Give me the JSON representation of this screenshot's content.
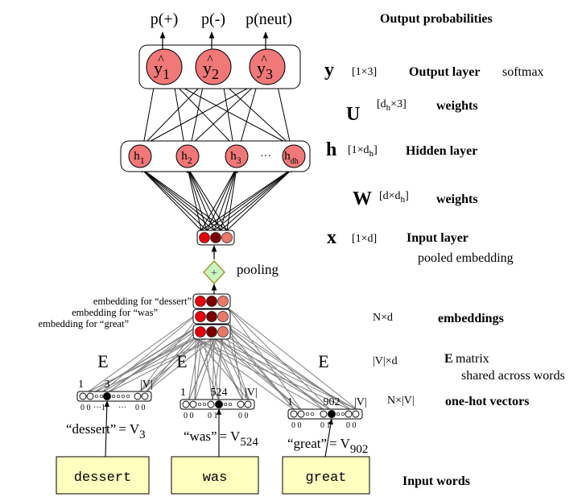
{
  "outputs": {
    "probs": [
      "p(+)",
      "p(-)",
      "p(neut)"
    ],
    "nodes": [
      {
        "base": "y",
        "sub": "1"
      },
      {
        "base": "y",
        "sub": "2"
      },
      {
        "base": "y",
        "sub": "3"
      }
    ]
  },
  "hidden": {
    "nodes": [
      {
        "base": "h",
        "sub": "1"
      },
      {
        "base": "h",
        "sub": "2"
      },
      {
        "base": "h",
        "sub": "3"
      },
      {
        "base": "h",
        "sub": "dh"
      }
    ],
    "ellipsis": "···"
  },
  "pooling": {
    "symbol": "+",
    "label": "pooling"
  },
  "embedding_labels": [
    "embedding for “dessert”",
    "embedding for “was”",
    "embedding for “great”"
  ],
  "e_labels": [
    "E",
    "E",
    "E"
  ],
  "onehots": [
    {
      "idx_first": "1",
      "idx_hot": "3",
      "idx_last": "|V|",
      "bits": [
        "0 0",
        "···1",
        "···",
        "0 0"
      ],
      "eq_word": "“dessert”",
      "eq_sym": "= V",
      "eq_sub": "3"
    },
    {
      "idx_first": "1",
      "idx_hot": "524",
      "idx_last": "|V|",
      "bits": [
        "0 0",
        "0 1",
        "",
        "0 0"
      ],
      "eq_word": "“was”",
      "eq_sym": "= V",
      "eq_sub": "524"
    },
    {
      "idx_first": "1",
      "idx_hot": "902",
      "idx_last": "|V|",
      "bits": [
        "0 0",
        "0 1",
        "",
        "0 0"
      ],
      "eq_word": "“great”",
      "eq_sym": "= V",
      "eq_sub": "902"
    }
  ],
  "input_words": [
    "dessert",
    "was",
    "great"
  ],
  "legend": {
    "output_probs": "Output probabilities",
    "y": {
      "sym": "y",
      "dim": "[1×3]",
      "name": "Output layer",
      "extra": "softmax"
    },
    "U": {
      "sym": "U",
      "dim_pre": "[d",
      "dim_sub": "h",
      "dim_post": "×3]",
      "name": "weights"
    },
    "h": {
      "sym": "h",
      "dim_pre": "[1×d",
      "dim_sub": "h",
      "dim_post": "]",
      "name": "Hidden layer"
    },
    "W": {
      "sym": "W",
      "dim_pre": "[d×d",
      "dim_sub": "h",
      "dim_post": "]",
      "name": "weights"
    },
    "x": {
      "sym": "x",
      "dim": "[1×d]",
      "name": "Input layer",
      "extra": "pooled embedding"
    },
    "emb": {
      "dim": "N×d",
      "name": "embeddings"
    },
    "E": {
      "dim": "|V|×d",
      "sym": "E",
      "name": "matrix",
      "extra": "shared across words"
    },
    "onehot": {
      "dim": "N×|V|",
      "name": "one-hot vectors"
    },
    "inputs": {
      "name": "Input words"
    }
  },
  "colors": {
    "node_fill": "#f07878",
    "vec_bright": "#e8000c",
    "vec_dark": "#7a0000",
    "vec_light": "#e87868",
    "diamond_fill": "#c8f5c0",
    "diamond_stroke": "#a09020",
    "word_box": "#ffffc0",
    "grey_line": "#808080"
  }
}
